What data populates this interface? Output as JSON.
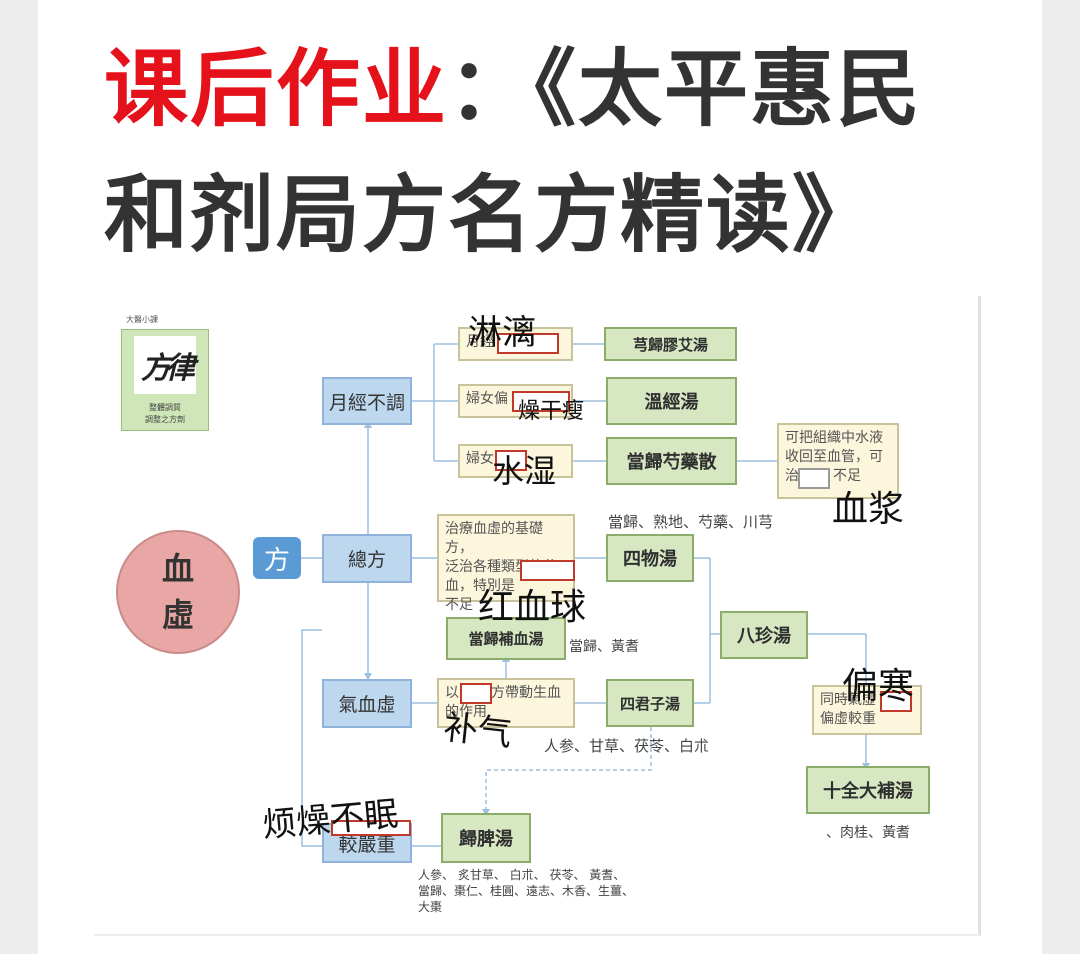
{
  "title": {
    "red": "课后作业",
    "colon": "：",
    "line1_rest": "《太平惠民",
    "line2": "和剂局方名方精读》"
  },
  "logo": {
    "top_text": "大醫小課",
    "glyph": "方律",
    "sub1": "整體調質",
    "sub2": "調整之方劑"
  },
  "center": {
    "circle_line1": "血",
    "circle_line2": "虛",
    "fang_tag": "方"
  },
  "left_boxes": {
    "yuejing": "月經不調",
    "zongfang": "總方",
    "qixuexu": "氣血虛",
    "jiaoyanzhong": "較嚴重"
  },
  "notes": {
    "n1": "月經",
    "n2": "婦女偏",
    "n3": "婦女",
    "n4_l1": "可把組織中水液",
    "n4_l2": "收回至血管，可",
    "n4_l3": "治",
    "n4_l3b": "不足",
    "n5_l1": "治療血虛的基礎方，",
    "n5_l2": "泛治各種類型的貧",
    "n5_l3": "血，特別是",
    "n5_l4": "不足",
    "n6_l1": "以",
    "n6_l1b": "方帶動生血",
    "n6_l2": "的作用",
    "n7_l1": "同時氣虛",
    "n7_l2": "偏虛較重"
  },
  "formulas": {
    "f1": "芎歸膠艾湯",
    "f2": "溫經湯",
    "f3": "當歸芍藥散",
    "f4": "四物湯",
    "f5": "當歸補血湯",
    "f6": "八珍湯",
    "f7": "四君子湯",
    "f8": "十全大補湯",
    "f9": "歸脾湯"
  },
  "herbs": {
    "siwu": "當歸、熟地、芍藥、川芎",
    "buxue": "當歸、黃耆",
    "sijunzi": "人参、甘草、茯苓、白朮",
    "shiquan": "、肉桂、黃耆",
    "guipi_l1": "人參、 炙甘草、 白朮、 茯苓、 黃耆、",
    "guipi_l2": "當歸、棗仁、桂圓、遠志、木香、生薑、",
    "guipi_l3": "大棗"
  },
  "handwritten": {
    "linli": "淋漓",
    "zaoganshou": "燥干瘦",
    "shuishi": "水湿",
    "xuejiang": "血浆",
    "hongxueqiu": "红血球",
    "bianhan": "偏寒",
    "buqi": "补气",
    "fanzaobumian": "烦燥不眠"
  }
}
